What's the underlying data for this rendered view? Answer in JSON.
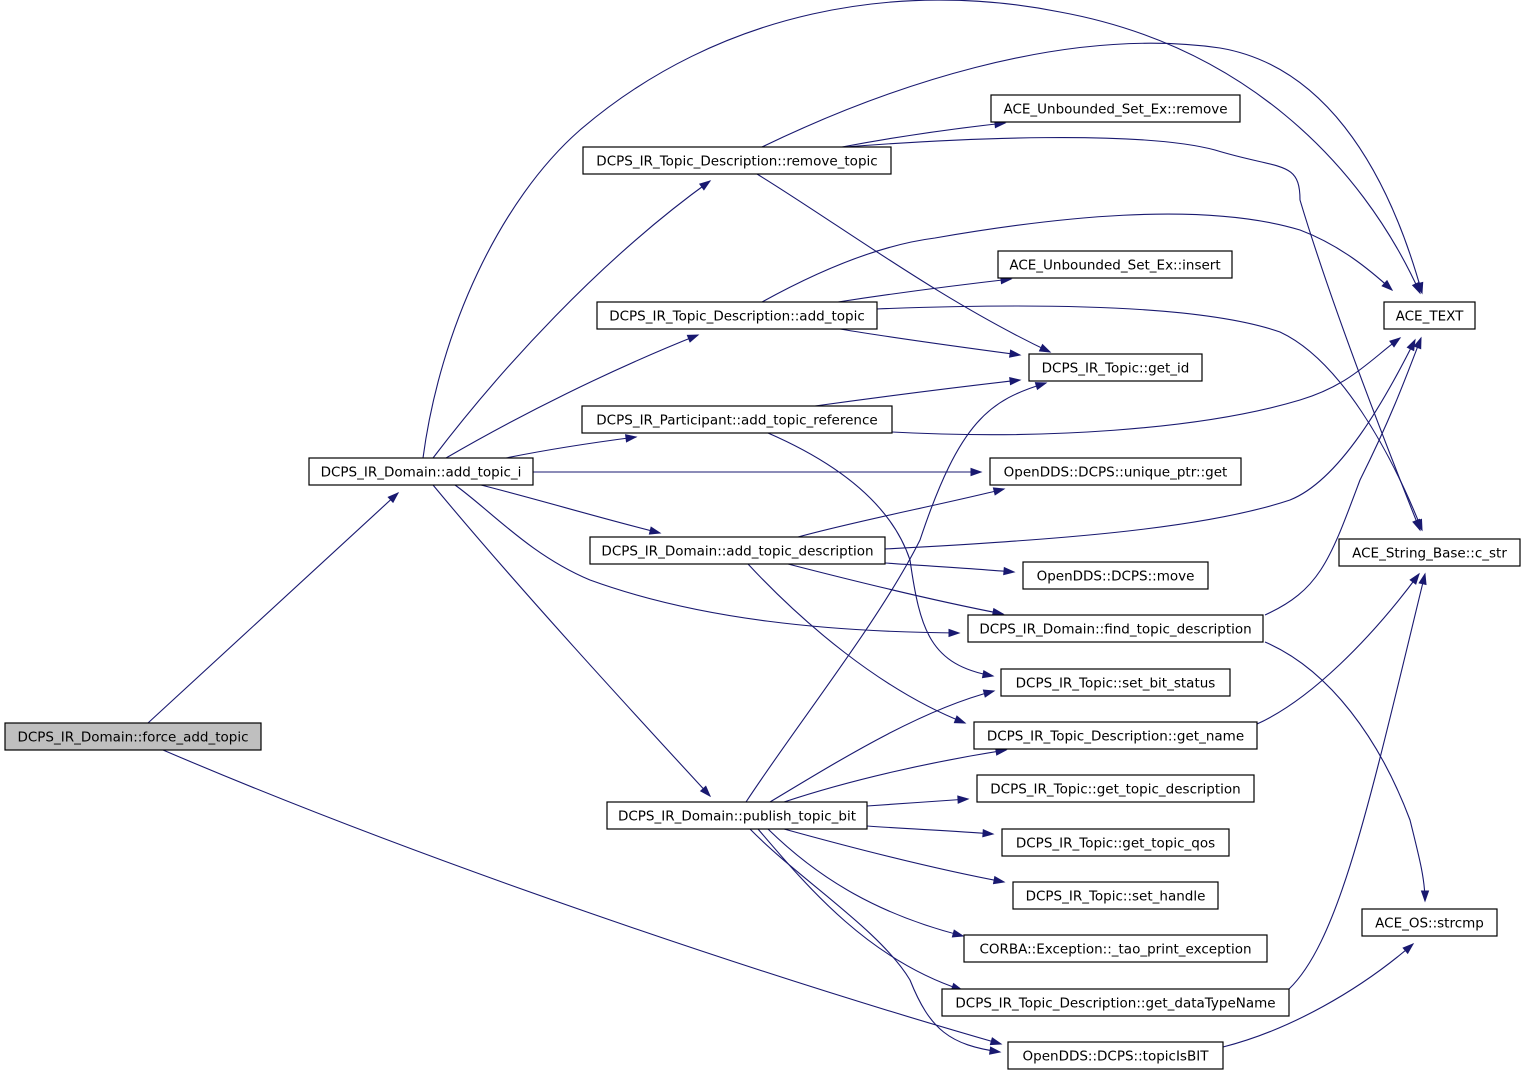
{
  "nodes": {
    "force_add_topic": "DCPS_IR_Domain::force_add_topic",
    "add_topic_i": "DCPS_IR_Domain::add_topic_i",
    "remove_topic": "DCPS_IR_Topic_Description::remove_topic",
    "add_topic": "DCPS_IR_Topic_Description::add_topic",
    "add_topic_reference": "DCPS_IR_Participant::add_topic_reference",
    "add_topic_description": "DCPS_IR_Domain::add_topic_description",
    "publish_topic_bit": "DCPS_IR_Domain::publish_topic_bit",
    "set_remove": "ACE_Unbounded_Set_Ex::remove",
    "set_insert": "ACE_Unbounded_Set_Ex::insert",
    "get_id": "DCPS_IR_Topic::get_id",
    "unique_ptr_get": "OpenDDS::DCPS::unique_ptr::get",
    "move": "OpenDDS::DCPS::move",
    "find_topic_description": "DCPS_IR_Domain::find_topic_description",
    "set_bit_status": "DCPS_IR_Topic::set_bit_status",
    "get_name": "DCPS_IR_Topic_Description::get_name",
    "get_topic_description": "DCPS_IR_Topic::get_topic_description",
    "get_topic_qos": "DCPS_IR_Topic::get_topic_qos",
    "set_handle": "DCPS_IR_Topic::set_handle",
    "tao_print_exception": "CORBA::Exception::_tao_print_exception",
    "get_dataTypeName": "DCPS_IR_Topic_Description::get_dataTypeName",
    "topicIsBIT": "OpenDDS::DCPS::topicIsBIT",
    "ace_text": "ACE_TEXT",
    "c_str": "ACE_String_Base::c_str",
    "strcmp": "ACE_OS::strcmp"
  },
  "edges": [
    [
      "force_add_topic",
      "add_topic_i"
    ],
    [
      "force_add_topic",
      "topicIsBIT"
    ],
    [
      "add_topic_i",
      "remove_topic"
    ],
    [
      "add_topic_i",
      "add_topic"
    ],
    [
      "add_topic_i",
      "add_topic_reference"
    ],
    [
      "add_topic_i",
      "unique_ptr_get"
    ],
    [
      "add_topic_i",
      "add_topic_description"
    ],
    [
      "add_topic_i",
      "find_topic_description"
    ],
    [
      "add_topic_i",
      "publish_topic_bit"
    ],
    [
      "add_topic_i",
      "ace_text"
    ],
    [
      "remove_topic",
      "set_remove"
    ],
    [
      "remove_topic",
      "ace_text"
    ],
    [
      "remove_topic",
      "c_str"
    ],
    [
      "remove_topic",
      "get_id"
    ],
    [
      "add_topic",
      "set_insert"
    ],
    [
      "add_topic",
      "ace_text"
    ],
    [
      "add_topic",
      "c_str"
    ],
    [
      "add_topic",
      "get_id"
    ],
    [
      "add_topic_reference",
      "get_id"
    ],
    [
      "add_topic_reference",
      "ace_text"
    ],
    [
      "add_topic_reference",
      "set_bit_status"
    ],
    [
      "add_topic_description",
      "unique_ptr_get"
    ],
    [
      "add_topic_description",
      "ace_text"
    ],
    [
      "add_topic_description",
      "move"
    ],
    [
      "add_topic_description",
      "find_topic_description"
    ],
    [
      "add_topic_description",
      "get_name"
    ],
    [
      "publish_topic_bit",
      "get_id"
    ],
    [
      "publish_topic_bit",
      "set_bit_status"
    ],
    [
      "publish_topic_bit",
      "get_name"
    ],
    [
      "publish_topic_bit",
      "get_topic_description"
    ],
    [
      "publish_topic_bit",
      "get_topic_qos"
    ],
    [
      "publish_topic_bit",
      "set_handle"
    ],
    [
      "publish_topic_bit",
      "tao_print_exception"
    ],
    [
      "publish_topic_bit",
      "get_dataTypeName"
    ],
    [
      "publish_topic_bit",
      "topicIsBIT"
    ],
    [
      "find_topic_description",
      "ace_text"
    ],
    [
      "find_topic_description",
      "strcmp"
    ],
    [
      "get_name",
      "c_str"
    ],
    [
      "get_dataTypeName",
      "c_str"
    ],
    [
      "topicIsBIT",
      "strcmp"
    ]
  ]
}
